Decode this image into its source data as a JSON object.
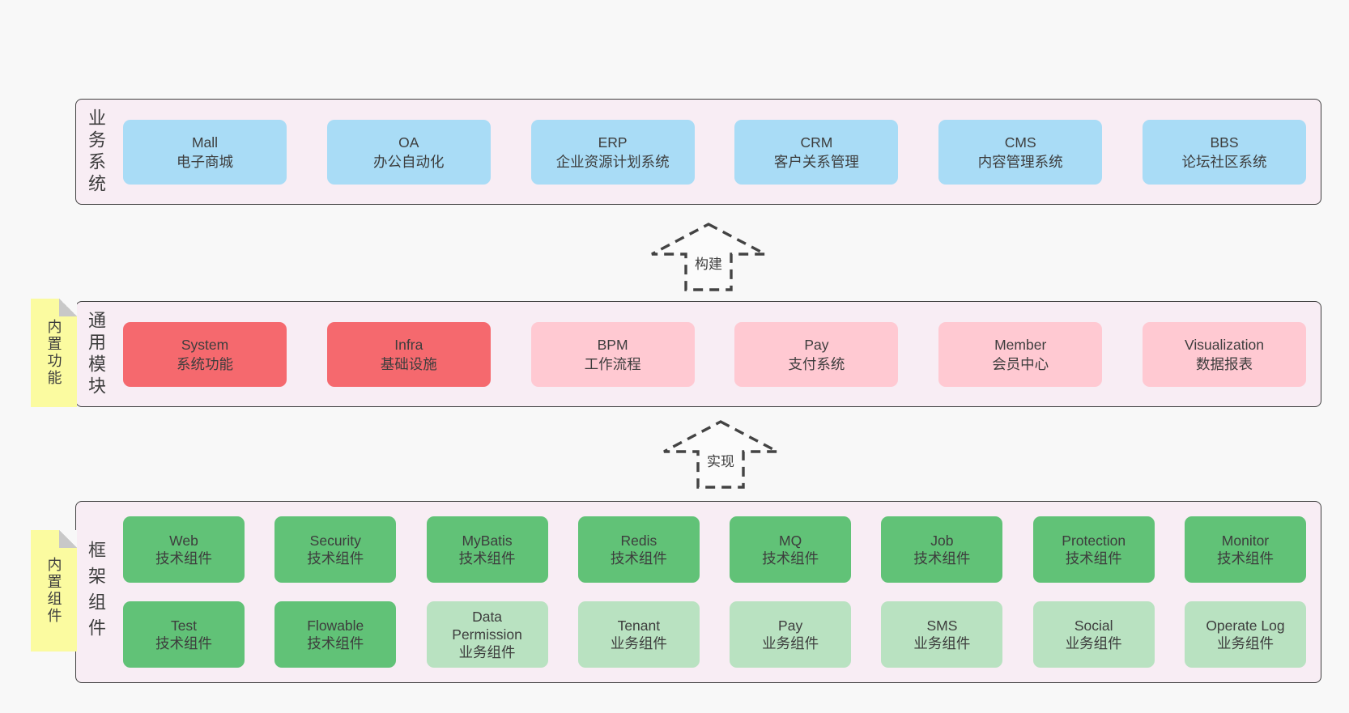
{
  "diagram": {
    "title_hint": "layered architecture diagram"
  },
  "colors": {
    "page_background": "#f8f8f8",
    "band_background": "#f8edf4",
    "band_border": "#3f3f3f",
    "node_blue": "#a9dcf6",
    "node_red": "#f5696e",
    "node_pink": "#ffc9d2",
    "node_green": "#61c277",
    "node_light_green": "#b9e2c1",
    "sticky_yellow": "#fbfba0",
    "sticky_fold_gray": "#c8c8c8",
    "text": "#3d3d3d",
    "arrow_stroke": "#434343"
  },
  "arrows": [
    {
      "label": "构建"
    },
    {
      "label": "实现"
    }
  ],
  "bands": [
    {
      "id": "business-systems",
      "side_label": "业务系统",
      "sticky": null,
      "rows": [
        [
          {
            "title": "Mall",
            "subtitle": "电子商城",
            "color": "blue"
          },
          {
            "title": "OA",
            "subtitle": "办公自动化",
            "color": "blue"
          },
          {
            "title": "ERP",
            "subtitle": "企业资源计划系统",
            "color": "blue"
          },
          {
            "title": "CRM",
            "subtitle": "客户关系管理",
            "color": "blue"
          },
          {
            "title": "CMS",
            "subtitle": "内容管理系统",
            "color": "blue"
          },
          {
            "title": "BBS",
            "subtitle": "论坛社区系统",
            "color": "blue"
          }
        ]
      ]
    },
    {
      "id": "common-modules",
      "side_label": "通用模块",
      "sticky": "内置功能",
      "rows": [
        [
          {
            "title": "System",
            "subtitle": "系统功能",
            "color": "red"
          },
          {
            "title": "Infra",
            "subtitle": "基础设施",
            "color": "red"
          },
          {
            "title": "BPM",
            "subtitle": "工作流程",
            "color": "pink"
          },
          {
            "title": "Pay",
            "subtitle": "支付系统",
            "color": "pink"
          },
          {
            "title": "Member",
            "subtitle": "会员中心",
            "color": "pink"
          },
          {
            "title": "Visualization",
            "subtitle": "数据报表",
            "color": "pink"
          }
        ]
      ]
    },
    {
      "id": "framework-components",
      "side_label": "框架组件",
      "sticky": "内置组件",
      "rows": [
        [
          {
            "title": "Web",
            "subtitle": "技术组件",
            "color": "green"
          },
          {
            "title": "Security",
            "subtitle": "技术组件",
            "color": "green"
          },
          {
            "title": "MyBatis",
            "subtitle": "技术组件",
            "color": "green"
          },
          {
            "title": "Redis",
            "subtitle": "技术组件",
            "color": "green"
          },
          {
            "title": "MQ",
            "subtitle": "技术组件",
            "color": "green"
          },
          {
            "title": "Job",
            "subtitle": "技术组件",
            "color": "green"
          },
          {
            "title": "Protection",
            "subtitle": "技术组件",
            "color": "green"
          },
          {
            "title": "Monitor",
            "subtitle": "技术组件",
            "color": "green"
          }
        ],
        [
          {
            "title": "Test",
            "subtitle": "技术组件",
            "color": "green"
          },
          {
            "title": "Flowable",
            "subtitle": "技术组件",
            "color": "green"
          },
          {
            "title": "Data Permission",
            "subtitle": "业务组件",
            "color": "lightgreen"
          },
          {
            "title": "Tenant",
            "subtitle": "业务组件",
            "color": "lightgreen"
          },
          {
            "title": "Pay",
            "subtitle": "业务组件",
            "color": "lightgreen"
          },
          {
            "title": "SMS",
            "subtitle": "业务组件",
            "color": "lightgreen"
          },
          {
            "title": "Social",
            "subtitle": "业务组件",
            "color": "lightgreen"
          },
          {
            "title": "Operate Log",
            "subtitle": "业务组件",
            "color": "lightgreen"
          }
        ]
      ]
    }
  ]
}
